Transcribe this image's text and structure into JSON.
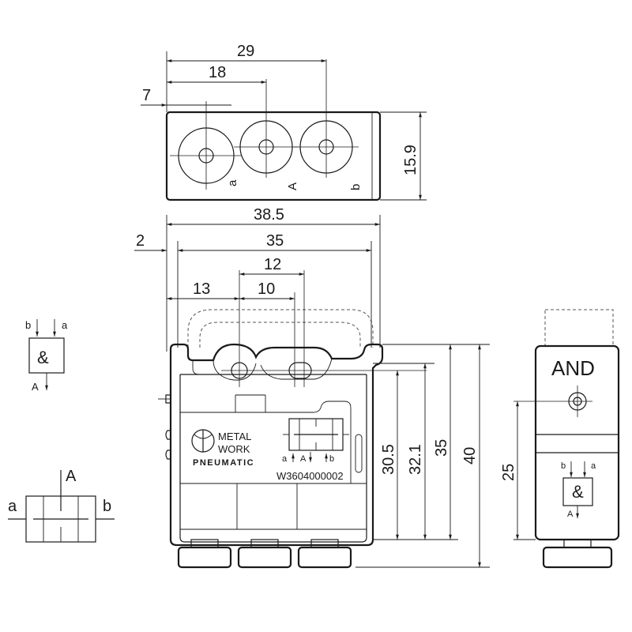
{
  "top_view": {
    "dims": {
      "overall": "29",
      "middle": "18",
      "left": "7",
      "height": "15.9"
    },
    "ports": [
      "a",
      "A",
      "b"
    ]
  },
  "front_view": {
    "dims": {
      "width_overall": "38.5",
      "width_body": "35",
      "offset": "2",
      "hole_spacing": "12",
      "left_to_hole": "13",
      "slot": "10",
      "h1": "30.5",
      "h2": "32.1",
      "h3": "35",
      "h4": "40"
    },
    "logo": {
      "line1": "METAL",
      "line2": "WORK",
      "line3": "PNEUMATIC"
    },
    "part_number": "W3604000002",
    "symbol_ports": {
      "left": "a",
      "center": "A",
      "right": "b"
    }
  },
  "side_view": {
    "label": "AND",
    "dim": "25",
    "symbol": {
      "glyph": "&",
      "in_left": "b",
      "in_right": "a",
      "out": "A"
    }
  },
  "left_symbols": {
    "logic": {
      "glyph": "&",
      "in_left": "b",
      "in_right": "a",
      "out": "A"
    },
    "valve": {
      "top": "A",
      "left": "a",
      "right": "b"
    }
  }
}
